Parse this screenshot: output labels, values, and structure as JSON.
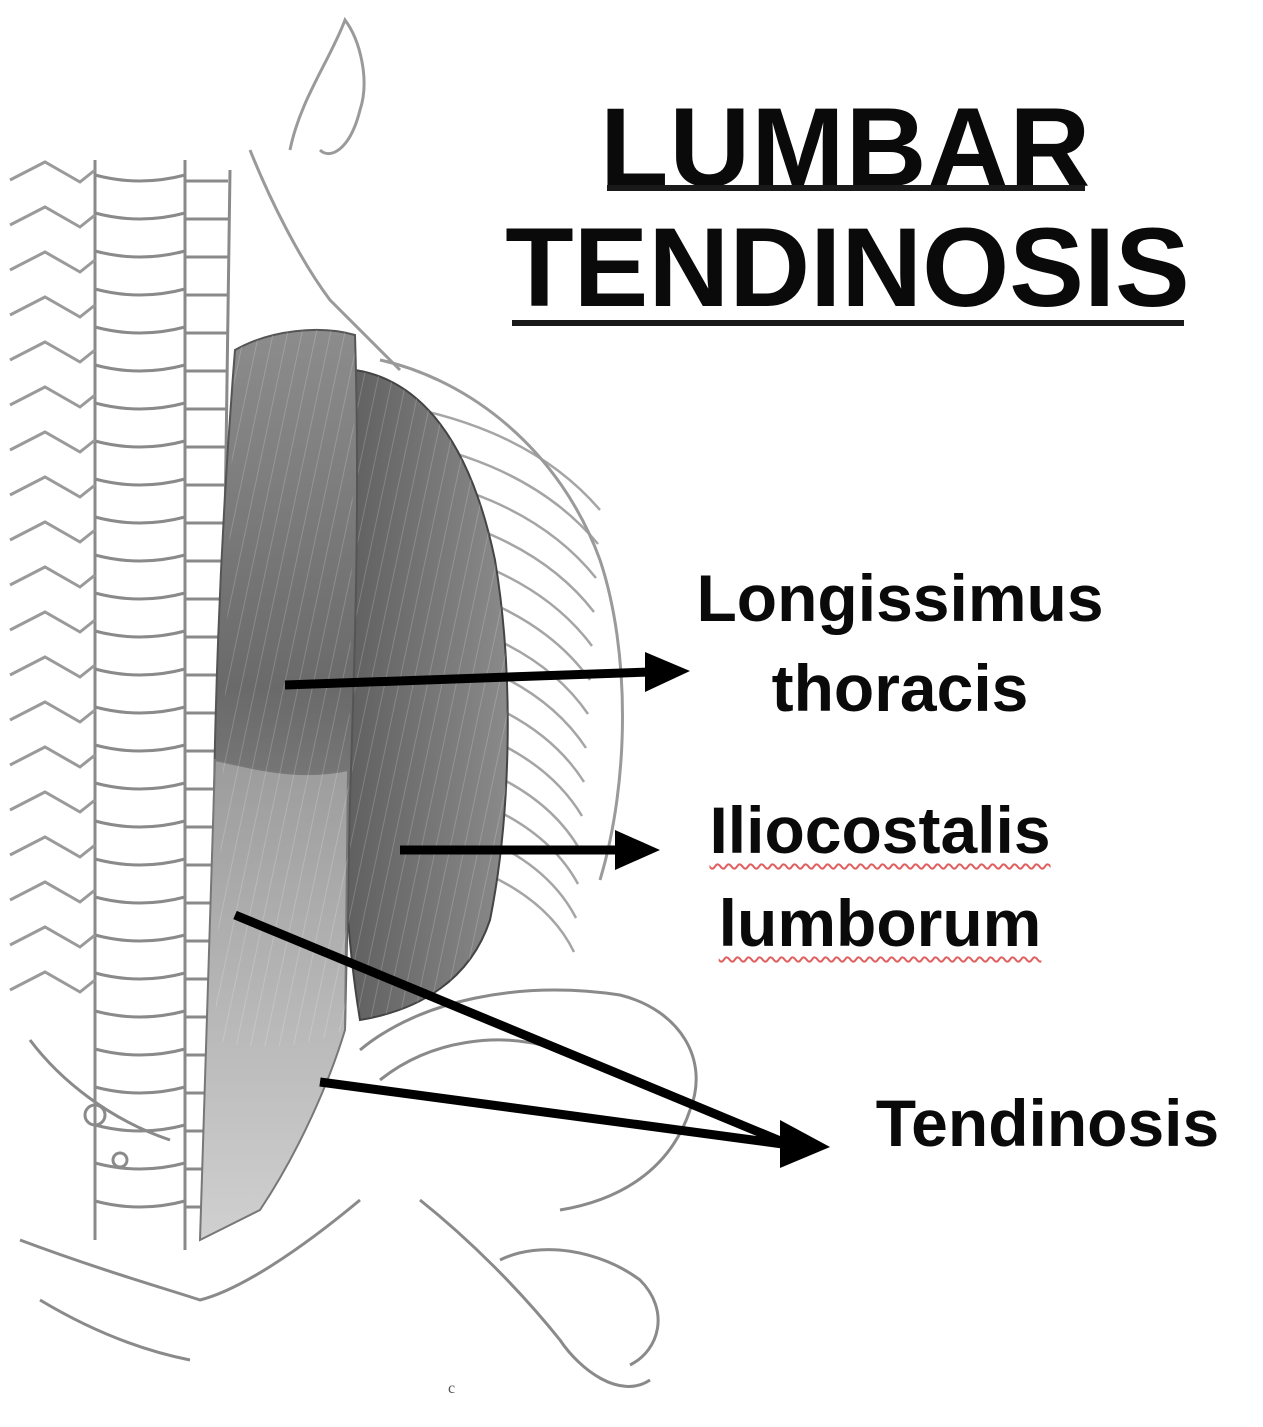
{
  "title": {
    "line1": "LUMBAR",
    "line2": "TENDINOSIS"
  },
  "labels": {
    "longissimus_line1": "Longissimus",
    "longissimus_line2": "thoracis",
    "iliocostalis_line1": "Iliocostalis",
    "iliocostalis_line2": "lumborum",
    "tendinosis": "Tendinosis"
  },
  "copyright_mark": "c",
  "colors": {
    "text": "#0a0a0a",
    "arrow": "#000000",
    "muscle_dark": "#6e6e6e",
    "muscle_light": "#b8b8b8",
    "bone_line": "#8a8a8a",
    "spellcheck_underline": "#e06060"
  }
}
